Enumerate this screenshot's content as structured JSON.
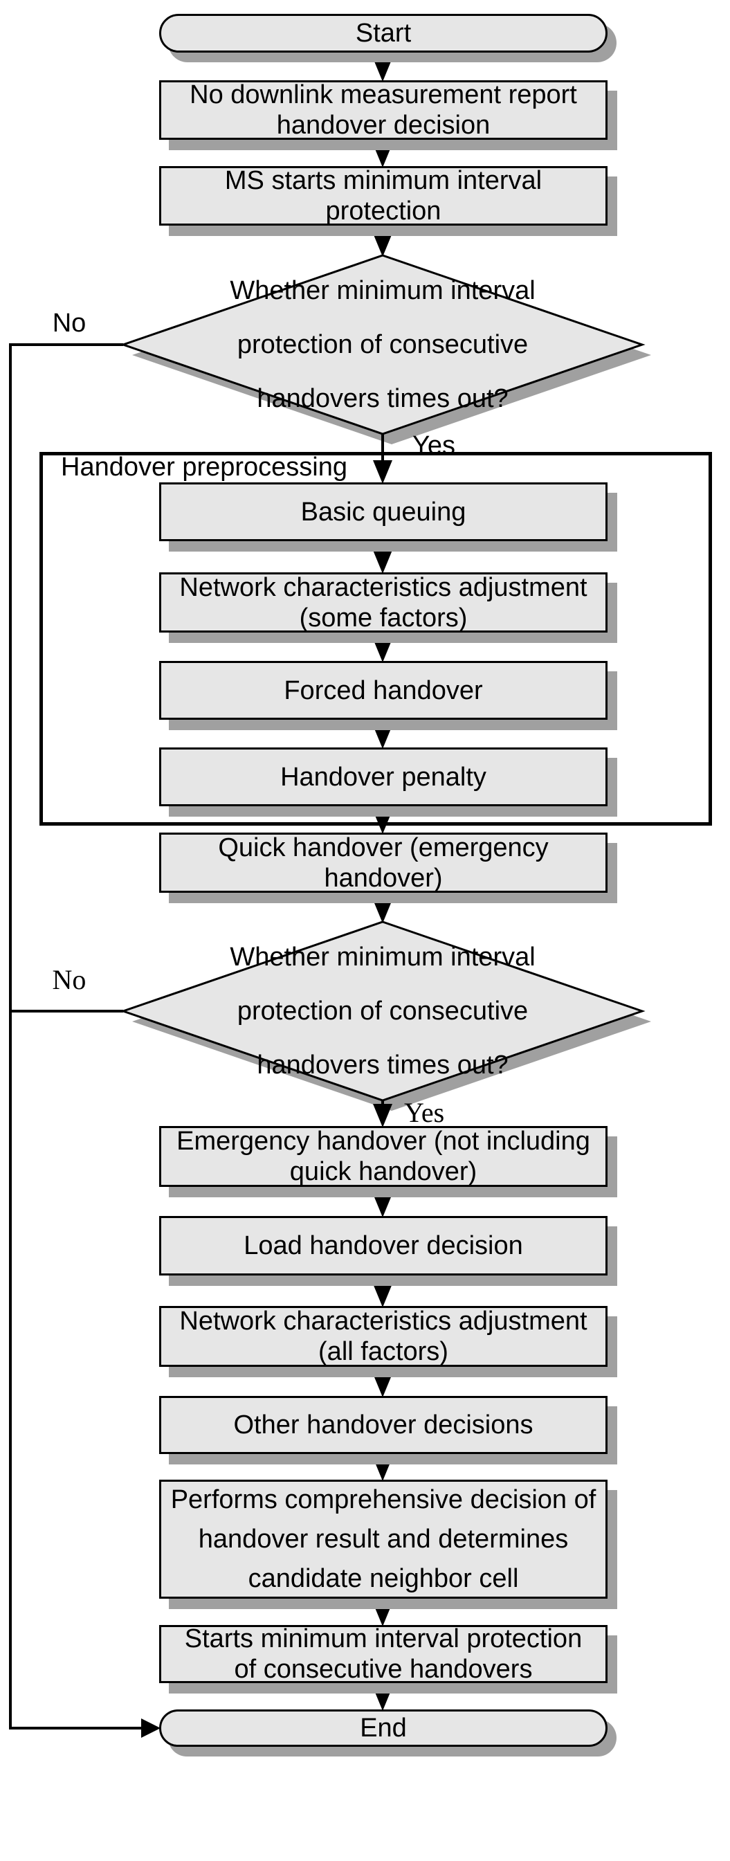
{
  "diagram": {
    "group_label": "Handover preprocessing",
    "nodes": {
      "start": {
        "lines": [
          "Start"
        ]
      },
      "no_downlink": {
        "lines": [
          "No downlink measurement report",
          "handover decision"
        ]
      },
      "ms_starts": {
        "lines": [
          "MS starts minimum interval",
          "protection"
        ]
      },
      "decision1": {
        "lines": [
          "Whether minimum interval",
          "protection of consecutive",
          "handovers times out?"
        ]
      },
      "basic_queuing": {
        "lines": [
          "Basic queuing"
        ]
      },
      "network_some": {
        "lines": [
          "Network characteristics adjustment",
          "(some factors)"
        ]
      },
      "forced_handover": {
        "lines": [
          "Forced handover"
        ]
      },
      "handover_penalty": {
        "lines": [
          "Handover penalty"
        ]
      },
      "quick_handover": {
        "lines": [
          "Quick handover (emergency",
          "handover)"
        ]
      },
      "decision2": {
        "lines": [
          "Whether minimum interval",
          "protection of consecutive",
          "handovers times out?"
        ]
      },
      "emergency": {
        "lines": [
          "Emergency handover (not including",
          "quick handover)"
        ]
      },
      "load_decision": {
        "lines": [
          "Load handover decision"
        ]
      },
      "network_all": {
        "lines": [
          "Network characteristics adjustment",
          "(all factors)"
        ]
      },
      "other_decisions": {
        "lines": [
          "Other handover decisions"
        ]
      },
      "comprehensive": {
        "lines": [
          "Performs comprehensive decision of",
          "handover result and determines",
          "candidate neighbor cell"
        ]
      },
      "starts_protection": {
        "lines": [
          "Starts minimum interval protection",
          "of consecutive handovers"
        ]
      },
      "end": {
        "lines": [
          "End"
        ]
      }
    },
    "branch_labels": {
      "no1": "No",
      "yes1": "Yes",
      "no2": "No",
      "yes2": "Yes"
    },
    "colors": {
      "node_fill": "#e6e6e6",
      "shadow": "#a0a0a0",
      "line": "#000000",
      "background": "#ffffff"
    }
  }
}
